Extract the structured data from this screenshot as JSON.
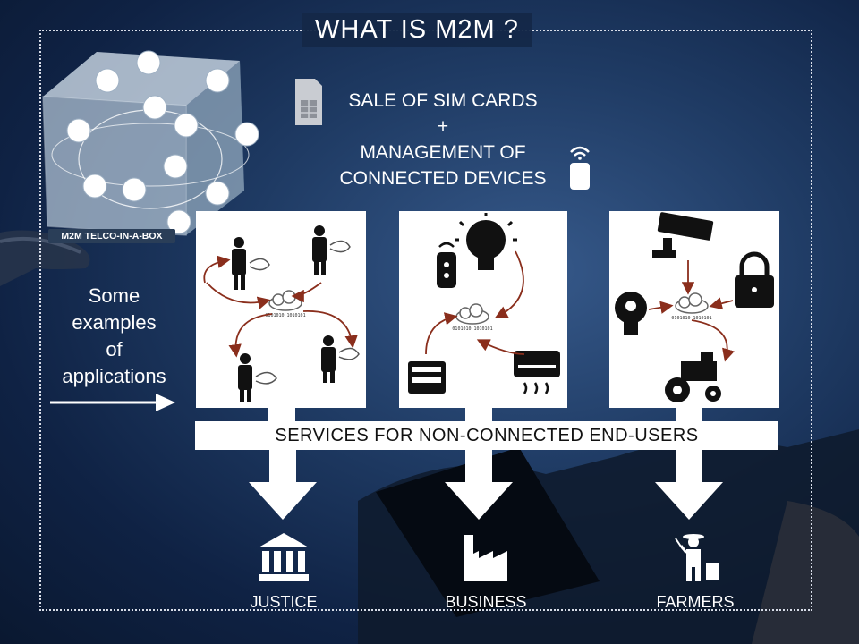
{
  "title": "WHAT IS M2M ?",
  "header": {
    "line1": "SALE OF SIM CARDS",
    "line2": "+",
    "line3": "MANAGEMENT OF",
    "line4": "CONNECTED DEVICES",
    "sim_icon": "sim-card-icon",
    "device_icon": "connected-device-icon"
  },
  "cube": {
    "label": "M2M TELCO-IN-A-BOX"
  },
  "side": {
    "line1": "Some",
    "line2": "examples",
    "line3": "of",
    "line4": "applications"
  },
  "services": "SERVICES FOR NON-CONNECTED END-USERS",
  "targets": [
    {
      "label": "JUSTICE",
      "icon": "courthouse-icon"
    },
    {
      "label": "BUSINESS",
      "icon": "factory-icon"
    },
    {
      "label": "FARMERS",
      "icon": "farmer-icon"
    }
  ],
  "colors": {
    "flow_arrow": "#8a2e1c",
    "background": "#1f3b64",
    "panel": "#ffffff"
  }
}
